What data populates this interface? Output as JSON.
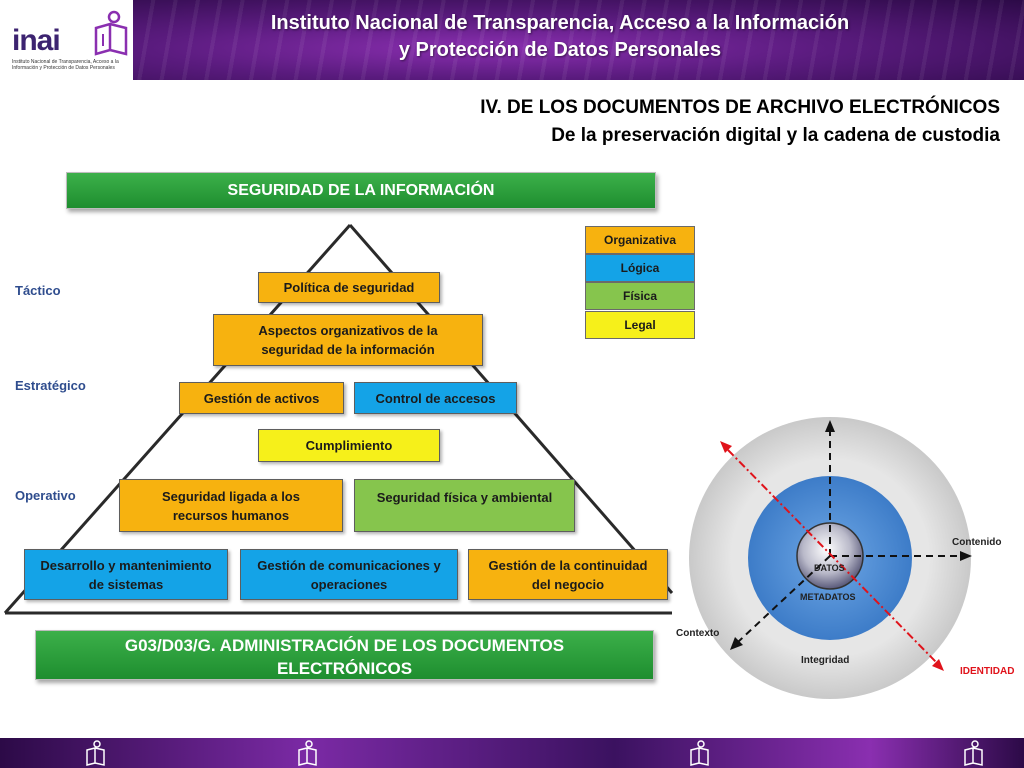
{
  "header": {
    "title_line1": "Instituto Nacional de Transparencia, Acceso a la Información",
    "title_line2": "y Protección de Datos Personales",
    "logo_text": "inai",
    "logo_subtext": "Instituto Nacional de Transparencia, Acceso a la Información y Protección de Datos Personales"
  },
  "section": {
    "line1": "IV. DE LOS DOCUMENTOS DE ARCHIVO ELECTRÓNICOS",
    "line2": "De la preservación digital y la cadena de custodia"
  },
  "pyramid": {
    "banner": "SEGURIDAD DE LA INFORMACIÓN",
    "levels": {
      "tactico": "Táctico",
      "estrategico": "Estratégico",
      "operativo": "Operativo"
    },
    "boxes": {
      "politica": "Política de seguridad",
      "aspectos": "Aspectos organizativos de la seguridad de la información",
      "activos": "Gestión de activos",
      "accesos": "Control de accesos",
      "cumplimiento": "Cumplimiento",
      "recursos": "Seguridad ligada a los recursos humanos",
      "fisica": "Seguridad física y ambiental",
      "desarrollo": "Desarrollo y mantenimiento de sistemas",
      "comunicaciones": "Gestión de comunicaciones y operaciones",
      "continuidad": "Gestión de la continuidad del negocio"
    }
  },
  "legend": {
    "organizativa": "Organizativa",
    "logica": "Lógica",
    "fisica": "Física",
    "legal": "Legal"
  },
  "bottom_banner": {
    "line1": "G03/D03/G. ADMINISTRACIÓN DE LOS DOCUMENTOS",
    "line2": "ELECTRÓNICOS"
  },
  "circle_diagram": {
    "datos": "DATOS",
    "metadatos": "METADATOS",
    "contenido": "Contenido",
    "contexto": "Contexto",
    "integridad": "Integridad",
    "identidad": "IDENTIDAD"
  },
  "colors": {
    "organizativa": "#f7b20f",
    "logica": "#14a3e7",
    "fisica": "#86c54d",
    "legal": "#f6f01a",
    "banner_green": "#2a9e3b",
    "header_purple": "#5a1b7e",
    "identidad_red": "#e0131b"
  }
}
